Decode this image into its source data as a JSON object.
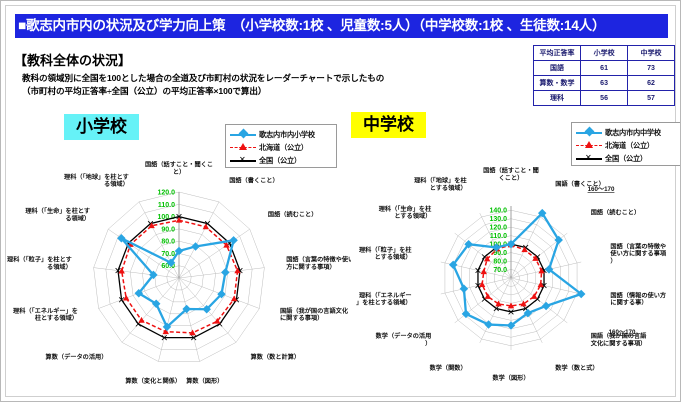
{
  "header": {
    "title": "■歌志内市内の状況及び学力向上策　（小学校数:1校 、児童数:5人）（中学校数:1校 、生徒数:14人）"
  },
  "section": {
    "heading": "【教科全体の状況】",
    "paragraph_line1": "教科の領域別に全国を100とした場合の全道及び市町村の状況をレーダーチャートで示したもの",
    "paragraph_line2": "（市町村の平均正答率÷全国（公立）の平均正答率×100で算出）"
  },
  "summary_table": {
    "headers": [
      "平均正答率",
      "小学校",
      "中学校"
    ],
    "rows": [
      {
        "subject": "国語",
        "elementary": "61",
        "junior": "73"
      },
      {
        "subject": "算数・数学",
        "elementary": "63",
        "junior": "62"
      },
      {
        "subject": "理科",
        "elementary": "56",
        "junior": "57"
      }
    ]
  },
  "badges": {
    "elementary": "小学校",
    "junior": "中学校"
  },
  "legend_left": {
    "items": [
      {
        "label": "歌志内市内小学校",
        "color": "#29a5e3",
        "style": "solid-diamond"
      },
      {
        "label": "北海道（公立）",
        "color": "#ee1111",
        "style": "dashed-triangle"
      },
      {
        "label": "全国（公立）",
        "color": "#000000",
        "style": "solid-x"
      }
    ]
  },
  "legend_right": {
    "items": [
      {
        "label": "歌志内市内中学校",
        "color": "#29a5e3",
        "style": "solid-diamond"
      },
      {
        "label": "北海道（公立）",
        "color": "#ee1111",
        "style": "dashed-triangle"
      },
      {
        "label": "全国（公立）",
        "color": "#000000",
        "style": "solid-x"
      }
    ]
  },
  "chart_data": [
    {
      "id": "elementary-radar",
      "type": "radar",
      "title": "小学校",
      "grid": true,
      "legend_position": "top-right",
      "tick_labels": [
        "120.0",
        "110.0",
        "100.0",
        "90.0",
        "80.0",
        "70.0",
        "60.0"
      ],
      "ticks": [
        120,
        110,
        100,
        90,
        80,
        70,
        60
      ],
      "rlim": [
        50,
        120
      ],
      "categories": [
        "国語（話すこと・聞くこと）",
        "国語（書くこと）",
        "国語（読むこと）",
        "国語（言葉の特徴や使い方に関する事項）",
        "国語（我が国の言語文化に関する事項）",
        "算数（数と計算）",
        "算数（図形）",
        "算数（変化と関係）",
        "算数（データの活用）",
        "理科（「エネルギー」を柱とする領域）",
        "理科（「粒子」を柱とする領域）",
        "理科（「生命」を柱とする領域）",
        "理科（「地球」を柱とする領域）"
      ],
      "series": [
        {
          "name": "歌志内市内小学校",
          "color": "#29a5e3",
          "values": [
            72,
            79,
            104,
            88,
            87,
            84,
            76,
            91,
            78,
            85,
            71,
            107,
            64
          ]
        },
        {
          "name": "北海道（公立）",
          "color": "#ee1111",
          "values": [
            97,
            97,
            97,
            98,
            98,
            97,
            96,
            95,
            96,
            96,
            97,
            98,
            98
          ]
        },
        {
          "name": "全国（公立）",
          "color": "#000000",
          "values": [
            100,
            100,
            100,
            100,
            100,
            100,
            100,
            100,
            100,
            100,
            100,
            100,
            100
          ]
        }
      ]
    },
    {
      "id": "junior-radar",
      "type": "radar",
      "title": "中学校",
      "grid": true,
      "legend_position": "top-right",
      "tick_labels": [
        "140.0",
        "130.0",
        "120.0",
        "110.0",
        "100.0",
        "90.0",
        "80.0",
        "70.0"
      ],
      "ticks": [
        140,
        130,
        120,
        110,
        100,
        90,
        80,
        70
      ],
      "rlim": [
        60,
        145
      ],
      "annotations": [
        {
          "text": "160～170",
          "near": "国語（書くこと）"
        },
        {
          "text": "160～170",
          "near": "国語（情報の使い方に関する事）"
        }
      ],
      "categories": [
        "国語（話すこと・聞くこと）",
        "国語（書くこと）",
        "国語（読むこと）",
        "国語（言葉の特徴や使い方に関する事項）",
        "国語（情報の使い方に関する事）",
        "国語（我が国の言語文化に関する事項）",
        "数学（数と式）",
        "数学（図形）",
        "数学（関数）",
        "数学（データの活用）",
        "理科（「エネルギー」を柱とする領域）",
        "理科（「粒子」を柱とする領域）",
        "理科（「生命」を柱とする領域）",
        "理科（「地球」を柱とする領域）"
      ],
      "series": [
        {
          "name": "歌志内市内中学校",
          "color": "#29a5e3",
          "values": [
            100,
            165,
            132,
            106,
            165,
            113,
            106,
            116,
            121,
            128,
            117,
            130,
            124,
            100
          ]
        },
        {
          "name": "北海道（公立）",
          "color": "#ee1111",
          "values": [
            99,
            97,
            97,
            97,
            96,
            95,
            94,
            93,
            94,
            95,
            95,
            93,
            96,
            98
          ]
        },
        {
          "name": "全国（公立）",
          "color": "#000000",
          "values": [
            100,
            100,
            100,
            100,
            100,
            100,
            100,
            100,
            100,
            100,
            100,
            100,
            100,
            100
          ]
        }
      ]
    }
  ]
}
